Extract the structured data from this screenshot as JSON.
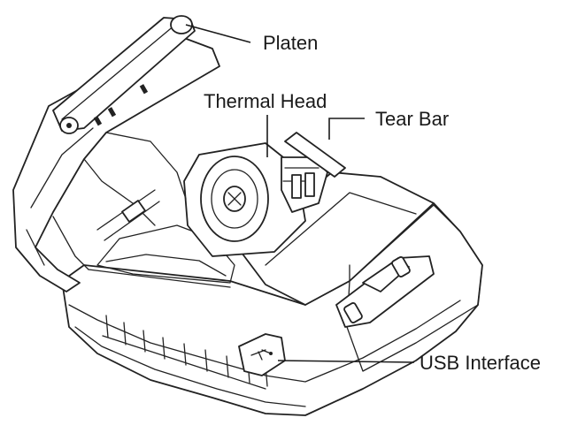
{
  "diagram": {
    "labels": {
      "platen": "Platen",
      "thermal_head": "Thermal Head",
      "tear_bar": "Tear Bar",
      "usb_interface": "USB Interface"
    },
    "colors": {
      "line": "#1a1a1a",
      "background": "#ffffff"
    }
  }
}
